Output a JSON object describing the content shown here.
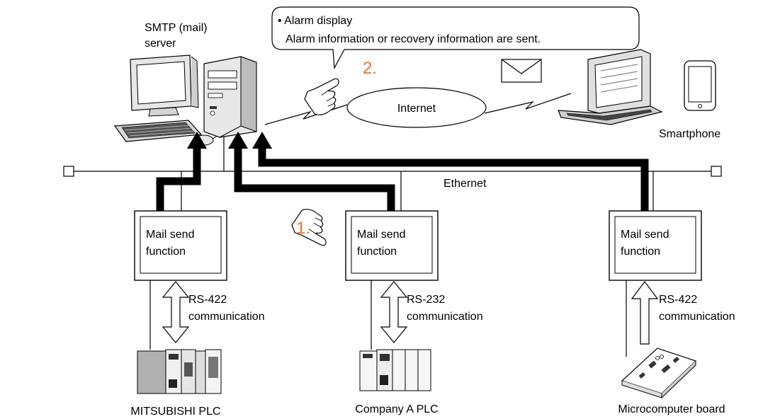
{
  "server": {
    "label_line1": "SMTP (mail)",
    "label_line2": "server"
  },
  "callout": {
    "line1": "• Alarm display",
    "line2": "Alarm information or recovery information are sent."
  },
  "internet": {
    "label": "Internet"
  },
  "network": {
    "label": "Ethernet"
  },
  "smartphone": {
    "label": "Smartphone"
  },
  "steps": {
    "step1": "1.",
    "step2": "2."
  },
  "colors": {
    "step_number": "#f07030",
    "arrow_fill": "#000000",
    "line": "#000000"
  },
  "units": [
    {
      "box_line1": "Mail send",
      "box_line2": "function",
      "comm_line1": "RS-422",
      "comm_line2": "communication",
      "device": "MITSUBISHI PLC",
      "arrow": "double"
    },
    {
      "box_line1": "Mail send",
      "box_line2": "function",
      "comm_line1": "RS-232",
      "comm_line2": "communication",
      "device": "Company A PLC",
      "arrow": "double"
    },
    {
      "box_line1": "Mail send",
      "box_line2": "function",
      "comm_line1": "RS-422",
      "comm_line2": "communication",
      "device": "Microcomputer board",
      "arrow": "up"
    }
  ]
}
